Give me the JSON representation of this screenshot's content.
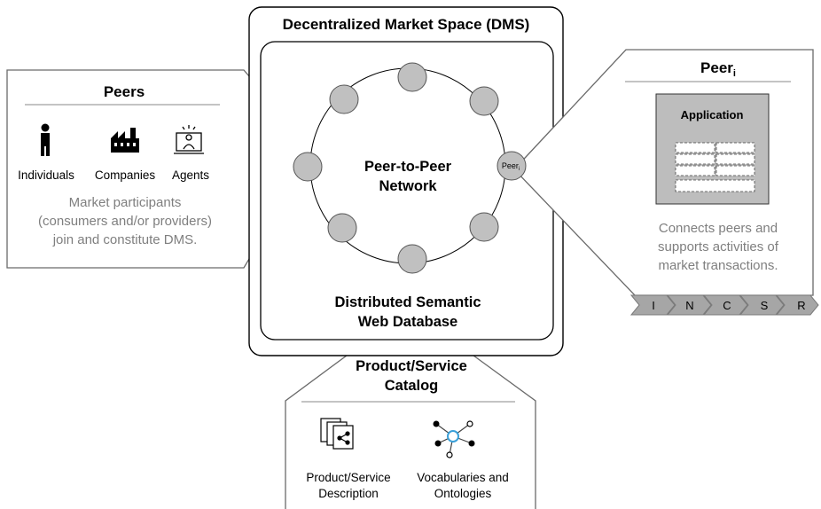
{
  "dms": {
    "title": "Decentralized Market Space (DMS)",
    "network_label_line1": "Peer-to-Peer",
    "network_label_line2": "Network",
    "database_line1": "Distributed Semantic",
    "database_line2": "Web Database",
    "peer_node_label": "Peer",
    "peer_node_subscript": "i"
  },
  "peers": {
    "title": "Peers",
    "icons": [
      {
        "icon": "person-icon",
        "label": "Individuals"
      },
      {
        "icon": "factory-icon",
        "label": "Companies"
      },
      {
        "icon": "agent-computer-icon",
        "label": "Agents"
      }
    ],
    "description_line1": "Market participants",
    "description_line2": "(consumers and/or providers)",
    "description_line3": "join and constitute DMS."
  },
  "peer_i": {
    "title": "Peer",
    "title_subscript": "i",
    "application_label": "Application",
    "description_line1": "Connects peers and",
    "description_line2": "supports activities of",
    "description_line3": "market transactions.",
    "phases": [
      "I",
      "N",
      "C",
      "S",
      "R"
    ]
  },
  "catalog": {
    "title_line1": "Product/Service",
    "title_line2": "Catalog",
    "items": [
      {
        "icon": "documents-share-icon",
        "label_line1": "Product/Service",
        "label_line2": "Description"
      },
      {
        "icon": "network-graph-icon",
        "label_line1": "Vocabularies and",
        "label_line2": "Ontologies"
      }
    ]
  },
  "colors": {
    "node_fill": "#c0c0c0",
    "app_fill": "#bdbdbd",
    "text_gray": "#7f7f7f",
    "accent_blue": "#3aa0d8"
  }
}
